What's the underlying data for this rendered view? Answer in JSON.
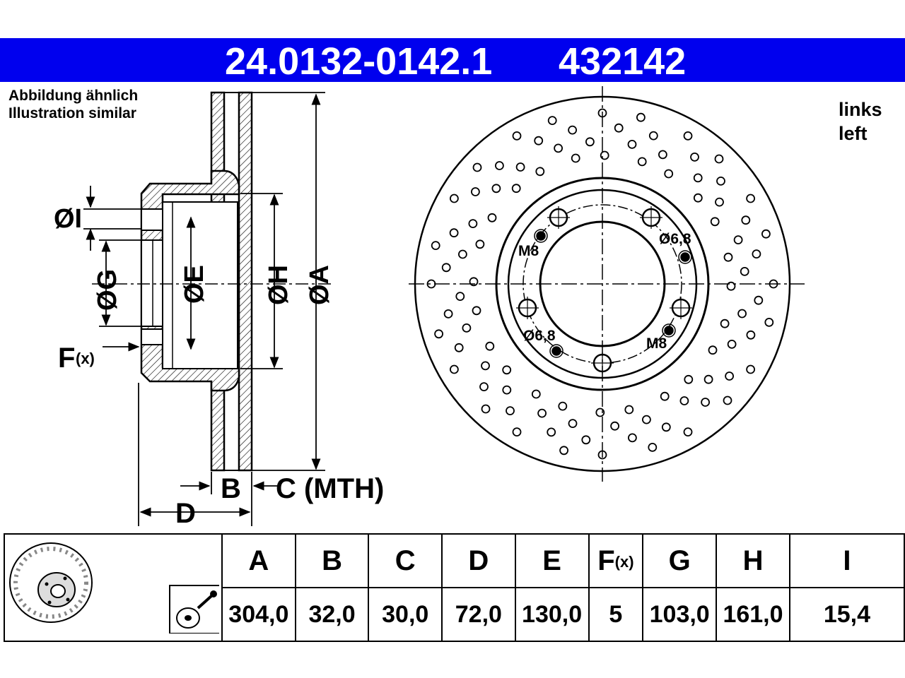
{
  "header": {
    "part_number": "24.0132-0142.1",
    "ref_number": "432142"
  },
  "notes": {
    "illustration_de": "Abbildung ähnlich",
    "illustration_en": "Illustration similar",
    "side_de": "links",
    "side_en": "left"
  },
  "dimension_labels": {
    "I": "ØI",
    "G": "ØG",
    "E": "ØE",
    "H": "ØH",
    "A": "ØA",
    "F": "F",
    "F_sub": "(x)",
    "B": "B",
    "C": "C (MTH)",
    "D": "D"
  },
  "hole_labels": {
    "m8_top": "M8",
    "m8_bottom": "M8",
    "d68_top": "Ø6,8",
    "d68_bottom": "Ø6,8"
  },
  "table": {
    "headers": [
      "A",
      "B",
      "C",
      "D",
      "E",
      "F",
      "G",
      "H",
      "I"
    ],
    "f_sub": "(x)",
    "values": [
      "304,0",
      "32,0",
      "30,0",
      "72,0",
      "130,0",
      "5",
      "103,0",
      "161,0",
      "15,4"
    ]
  }
}
